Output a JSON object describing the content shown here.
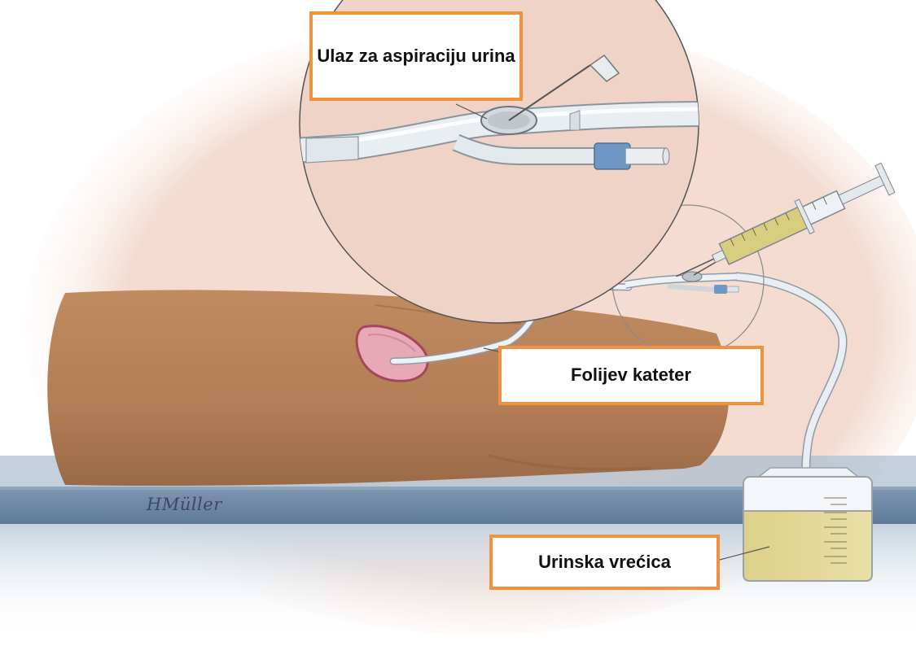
{
  "labels": {
    "aspiration_port": "Ulaz za aspiraciju urina",
    "foley_catheter": "Folijev kateter",
    "urine_bag": "Urinska vrećica"
  },
  "signature": "HMüller",
  "colors": {
    "callout_border": "#f0913f",
    "background_glow": "#f3dbd0",
    "skin": "#b9835a",
    "table": "#6f8aa4",
    "urine": "#e2d69a",
    "catheter": "#e6ecf0",
    "connector_blue": "#6d97c4"
  }
}
